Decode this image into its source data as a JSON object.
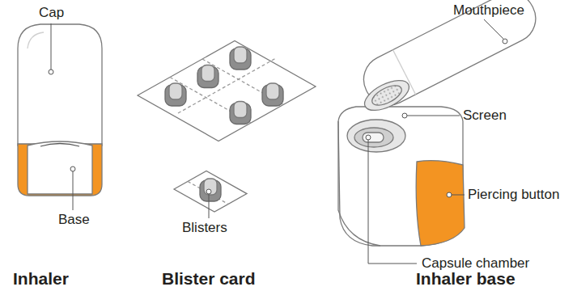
{
  "diagram": {
    "labels": [
      "Cap",
      "Mouthpiece",
      "Screen",
      "Base",
      "Blisters",
      "Piercing button",
      "Capsule chamber",
      "Inhaler",
      "Blister card",
      "Inhaler base"
    ]
  }
}
